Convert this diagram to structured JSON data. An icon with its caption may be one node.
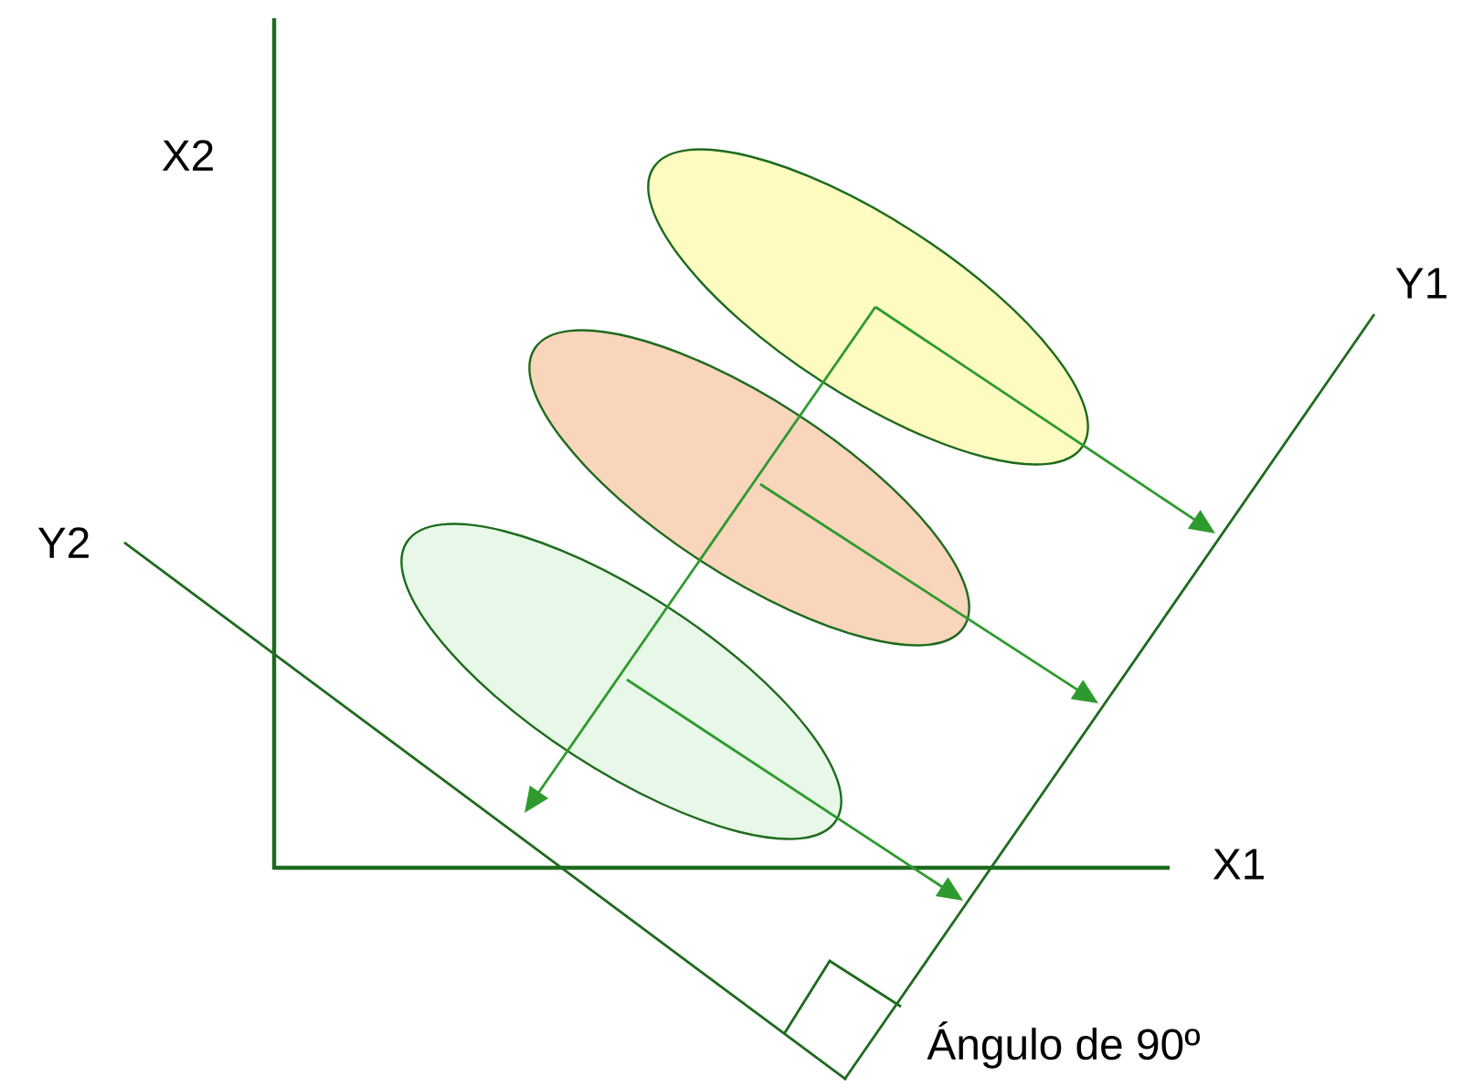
{
  "diagram": {
    "nodes": [
      {
        "text": [],
        "shape": "ellipse"
      },
      {
        "text": [],
        "shape": "ellipse"
      },
      {
        "text": [],
        "shape": "ellipse"
      }
    ],
    "edges": [
      {
        "from": 0,
        "to": null,
        "arrow": "to"
      },
      {
        "from": 0,
        "to": null,
        "arrow": "to"
      },
      {
        "from": 1,
        "to": null,
        "arrow": "to"
      },
      {
        "from": 2,
        "to": null,
        "arrow": "to"
      }
    ],
    "labels": [
      "X2",
      "Y1",
      "Y2",
      "X1",
      "Ángulo de 90º"
    ]
  }
}
